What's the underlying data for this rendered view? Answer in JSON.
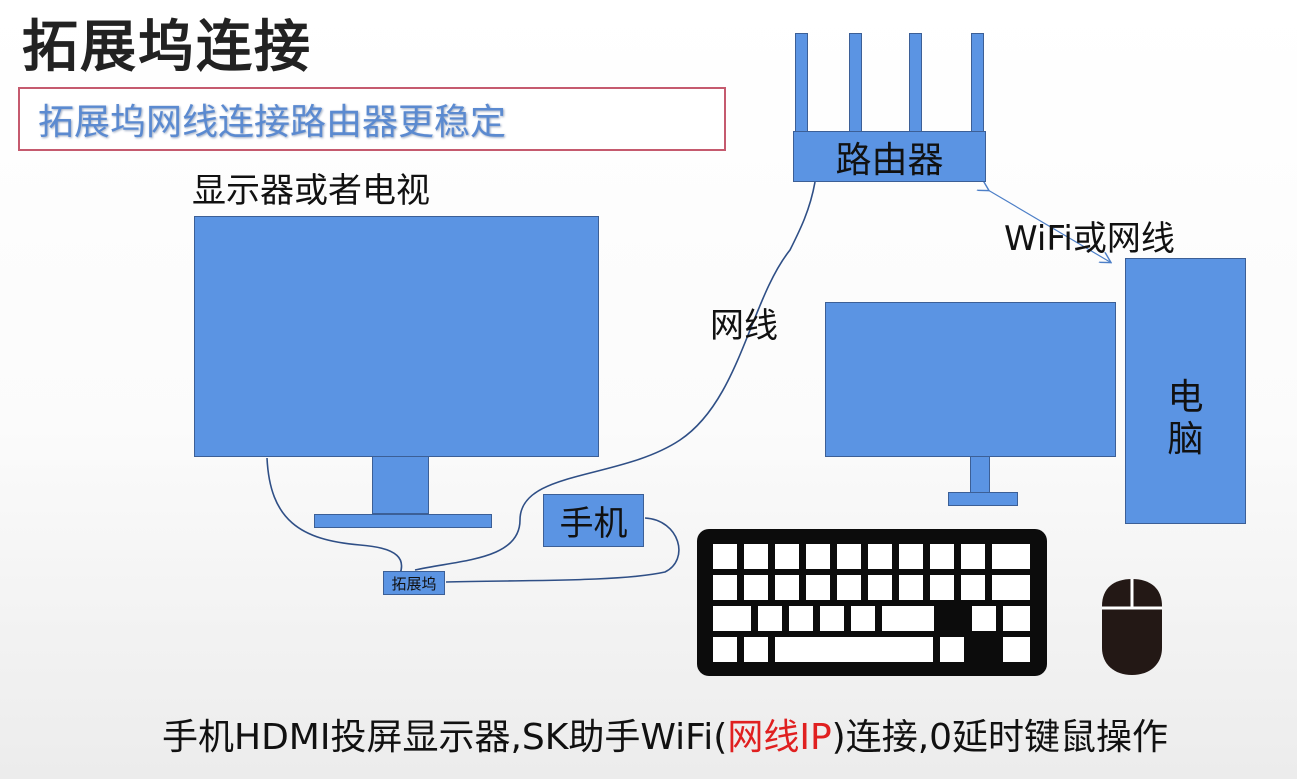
{
  "title": "拓展坞连接",
  "subtitle": "拓展坞网线连接路由器更稳定",
  "labels": {
    "monitor_tv": "显示器或者电视",
    "router": "路由器",
    "wifi_or_cable": "WiFi或网线",
    "cable": "网线",
    "computer_line1": "电",
    "computer_line2": "脑",
    "phone": "手机",
    "dock": "拓展坞"
  },
  "bottom": {
    "part1": "手机HDMI投屏显示器,SK助手WiFi(",
    "highlight": "网线IP",
    "part2": ")连接,0延时键鼠操作"
  },
  "colors": {
    "device_fill": "#5b94e3",
    "device_border": "#3c5f96",
    "subtitle_text": "#5b8ad0",
    "subtitle_border": "#c55a6e",
    "highlight": "#e02020",
    "line": "#2f4f86"
  },
  "icons": [
    "monitor-icon",
    "router-icon",
    "pc-monitor-icon",
    "pc-tower-icon",
    "keyboard-icon",
    "mouse-icon"
  ]
}
